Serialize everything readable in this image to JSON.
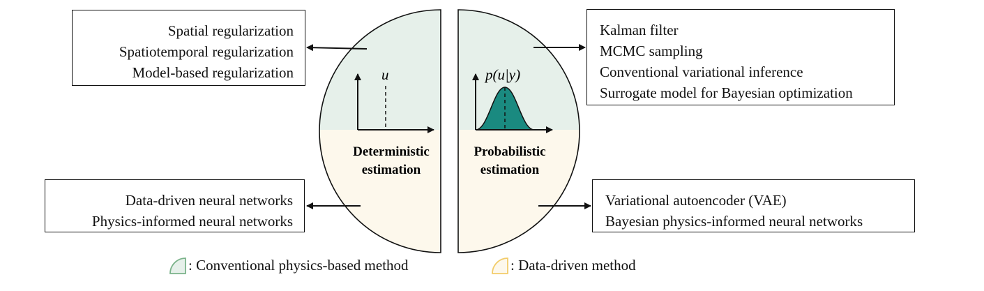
{
  "left_half": {
    "title_line1": "Deterministic",
    "title_line2": "estimation",
    "axis_label": "u"
  },
  "right_half": {
    "title_line1": "Probabilistic",
    "title_line2": "estimation",
    "axis_label": "p(u|y)"
  },
  "boxes": {
    "top_left": [
      "Spatial regularization",
      "Spatiotemporal regularization",
      "Model-based regularization"
    ],
    "bottom_left": [
      "Data-driven neural networks",
      "Physics-informed neural networks"
    ],
    "top_right": [
      "Kalman filter",
      "MCMC sampling",
      "Conventional variational inference",
      "Surrogate model for Bayesian optimization"
    ],
    "bottom_right": [
      "Variational autoencoder (VAE)",
      "Bayesian physics-informed neural networks"
    ]
  },
  "legend": {
    "physics_label": ": Conventional physics-based method",
    "data_label": ": Data-driven method"
  },
  "colors": {
    "physics_fill": "#e6f0ea",
    "data_fill": "#fdf8ec",
    "gaussian_fill": "#1a8a80",
    "physics_icon_stroke": "#7bb38a",
    "data_icon_stroke": "#f2cc6a"
  }
}
